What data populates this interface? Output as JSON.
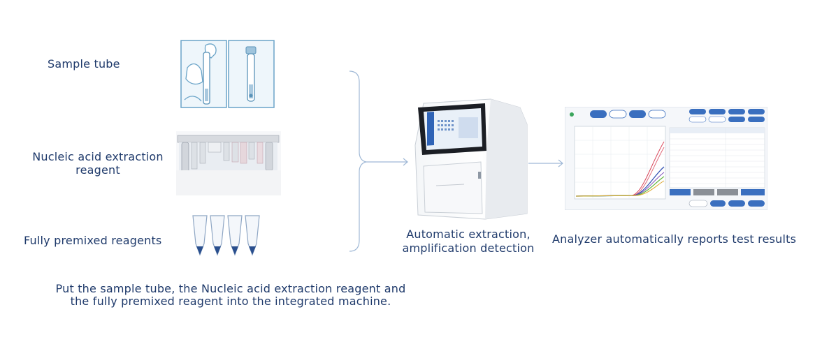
{
  "inputs": {
    "sample_tube": "Sample tube",
    "extraction_reagent_line1": "Nucleic acid extraction",
    "extraction_reagent_line2": "reagent",
    "premixed_reagents": "Fully premixed reagents"
  },
  "instruction": {
    "line1": "Put the sample tube, the Nucleic acid extraction reagent and",
    "line2": "the fully premixed reagent into the integrated machine."
  },
  "machine": {
    "caption_line1": "Automatic extraction,",
    "caption_line2": "amplification detection"
  },
  "results": {
    "caption": "Analyzer automatically reports test results"
  },
  "colors": {
    "text": "#1f3a6b",
    "connector": "#9fb8d6",
    "accent": "#2f63b6"
  },
  "icons": [
    "sample-tube-icon",
    "extraction-plate-icon",
    "premix-tube-strip-icon",
    "analyzer-machine-icon",
    "results-screen-icon",
    "arrow-right-icon"
  ]
}
